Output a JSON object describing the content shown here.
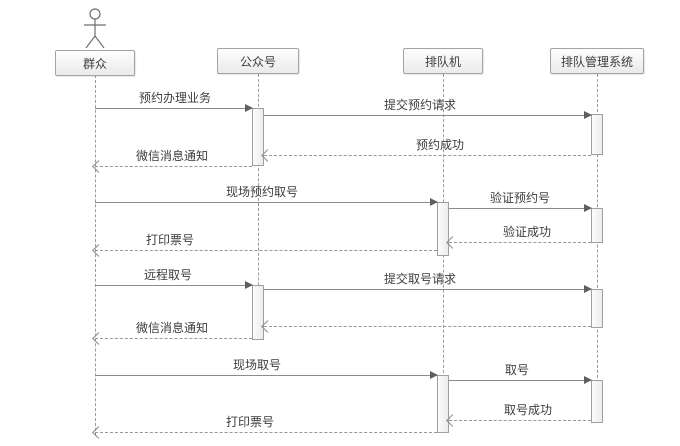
{
  "diagram": {
    "type": "uml-sequence",
    "background": "#ffffff",
    "colors": {
      "line": "#8c8c8c",
      "box_border": "#a3a3a3",
      "box_fill": "#eeeeee",
      "text": "#3d3d3d"
    },
    "participants": [
      {
        "label": "群众",
        "kind": "actor"
      },
      {
        "label": "公众号",
        "kind": "object"
      },
      {
        "label": "排队机",
        "kind": "object"
      },
      {
        "label": "排队管理系统",
        "kind": "object"
      }
    ],
    "messages": [
      {
        "from": "群众",
        "to": "公众号",
        "label": "预约办理业务",
        "line": "solid"
      },
      {
        "from": "公众号",
        "to": "排队管理系统",
        "label": "提交预约请求",
        "line": "solid"
      },
      {
        "from": "排队管理系统",
        "to": "公众号",
        "label": "预约成功",
        "line": "dashed-return"
      },
      {
        "from": "公众号",
        "to": "群众",
        "label": "微信消息通知",
        "line": "dashed-return"
      },
      {
        "from": "群众",
        "to": "排队机",
        "label": "现场预约取号",
        "line": "solid"
      },
      {
        "from": "排队机",
        "to": "排队管理系统",
        "label": "验证预约号",
        "line": "solid"
      },
      {
        "from": "排队管理系统",
        "to": "排队机",
        "label": "验证成功",
        "line": "dashed-return"
      },
      {
        "from": "排队机",
        "to": "群众",
        "label": "打印票号",
        "line": "dashed-return"
      },
      {
        "from": "群众",
        "to": "公众号",
        "label": "远程取号",
        "line": "solid"
      },
      {
        "from": "公众号",
        "to": "排队管理系统",
        "label": "提交取号请求",
        "line": "solid"
      },
      {
        "from": "排队管理系统",
        "to": "公众号",
        "label": "",
        "line": "dashed-return"
      },
      {
        "from": "公众号",
        "to": "群众",
        "label": "微信消息通知",
        "line": "dashed-return"
      },
      {
        "from": "群众",
        "to": "排队机",
        "label": "现场取号",
        "line": "solid"
      },
      {
        "from": "排队机",
        "to": "排队管理系统",
        "label": "取号",
        "line": "solid"
      },
      {
        "from": "排队管理系统",
        "to": "排队机",
        "label": "取号成功",
        "line": "dashed-return"
      },
      {
        "from": "排队机",
        "to": "群众",
        "label": "打印票号",
        "line": "dashed-return"
      }
    ]
  }
}
